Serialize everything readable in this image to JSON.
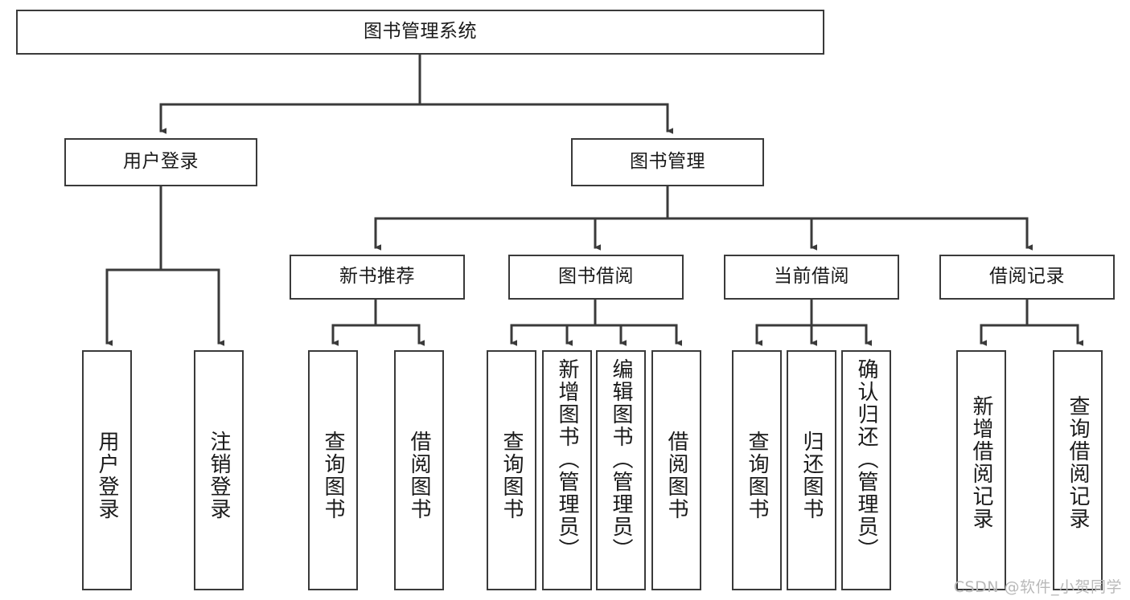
{
  "diagram": {
    "type": "tree",
    "title": "图书管理系统",
    "watermark": "CSDN @软件_小贺同学",
    "colors": {
      "stroke": "#3a3a3a",
      "fill": "#ffffff",
      "text": "#1a1a1a",
      "watermark": "#b9b9b9"
    },
    "nodes": {
      "root": {
        "label": "图书管理系统"
      },
      "level1": [
        {
          "id": "user-login",
          "label": "用户登录"
        },
        {
          "id": "book-management",
          "label": "图书管理"
        }
      ],
      "level2": [
        {
          "id": "new-book-recommend",
          "label": "新书推荐"
        },
        {
          "id": "book-borrow",
          "label": "图书借阅"
        },
        {
          "id": "current-borrow",
          "label": "当前借阅"
        },
        {
          "id": "borrow-record",
          "label": "借阅记录"
        }
      ],
      "leaves": [
        {
          "id": "leaf-user-login",
          "parent": "user-login",
          "label": "用户登录"
        },
        {
          "id": "leaf-logout",
          "parent": "user-login",
          "label": "注销登录"
        },
        {
          "id": "leaf-query-book-1",
          "parent": "new-book-recommend",
          "label": "查询图书"
        },
        {
          "id": "leaf-borrow-book-1",
          "parent": "new-book-recommend",
          "label": "借阅图书"
        },
        {
          "id": "leaf-query-book-2",
          "parent": "book-borrow",
          "label": "查询图书"
        },
        {
          "id": "leaf-add-book",
          "parent": "book-borrow",
          "label": "新增图书（管理员）"
        },
        {
          "id": "leaf-edit-book",
          "parent": "book-borrow",
          "label": "编辑图书（管理员）"
        },
        {
          "id": "leaf-borrow-book-2",
          "parent": "book-borrow",
          "label": "借阅图书"
        },
        {
          "id": "leaf-query-book-3",
          "parent": "current-borrow",
          "label": "查询图书"
        },
        {
          "id": "leaf-return-book",
          "parent": "current-borrow",
          "label": "归还图书"
        },
        {
          "id": "leaf-confirm-return",
          "parent": "current-borrow",
          "label": "确认归还（管理员）"
        },
        {
          "id": "leaf-add-record",
          "parent": "borrow-record",
          "label": "新增借阅记录"
        },
        {
          "id": "leaf-query-record",
          "parent": "borrow-record",
          "label": "查询借阅记录"
        }
      ]
    }
  }
}
